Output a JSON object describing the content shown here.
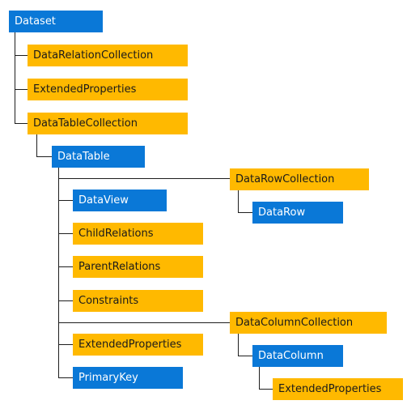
{
  "colors": {
    "blue": "#0a78d7",
    "orange": "#ffb900",
    "line": "#1e1e1e"
  },
  "nodes": {
    "dataset": "Dataset",
    "data_relation_collection": "DataRelationCollection",
    "extended_properties_dataset": "ExtendedProperties",
    "data_table_collection": "DataTableCollection",
    "data_table": "DataTable",
    "data_row_collection": "DataRowCollection",
    "data_row": "DataRow",
    "data_view": "DataView",
    "child_relations": "ChildRelations",
    "parent_relations": "ParentRelations",
    "constraints": "Constraints",
    "data_column_collection": "DataColumnCollection",
    "extended_properties_table": "ExtendedProperties",
    "data_column": "DataColumn",
    "primary_key": "PrimaryKey",
    "extended_properties_column": "ExtendedProperties"
  }
}
